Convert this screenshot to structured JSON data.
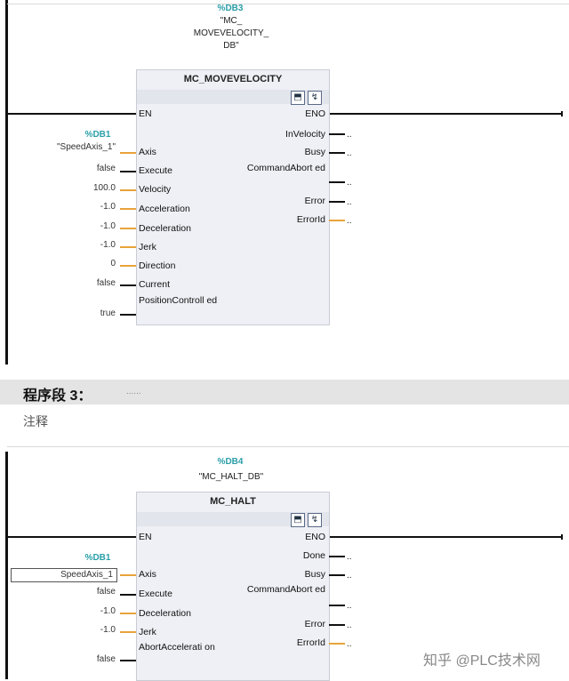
{
  "network1": {
    "db_name": "%DB3",
    "db_quote": [
      "\"MC_",
      "MOVEVELOCITY_",
      "DB\""
    ],
    "block_title": "MC_MOVEVELOCITY",
    "inputs": [
      {
        "pin": "EN",
        "value": ""
      },
      {
        "pin": "Axis",
        "value": "\"SpeedAxis_1\"",
        "db": "%DB1"
      },
      {
        "pin": "Execute",
        "value": "false"
      },
      {
        "pin": "Velocity",
        "value": "100.0"
      },
      {
        "pin": "Acceleration",
        "value": "-1.0"
      },
      {
        "pin": "Deceleration",
        "value": "-1.0"
      },
      {
        "pin": "Jerk",
        "value": "-1.0"
      },
      {
        "pin": "Direction",
        "value": "0"
      },
      {
        "pin": "Current",
        "value": "false"
      },
      {
        "pin": "PositionControll ed",
        "value": "true"
      }
    ],
    "outputs": [
      "ENO",
      "InVelocity",
      "Busy",
      "CommandAbort ed",
      "Error",
      "ErrorId"
    ]
  },
  "section": {
    "title": "程序段 3：",
    "dots": "......",
    "comment": "注释"
  },
  "network2": {
    "db_name": "%DB4",
    "db_quote": "\"MC_HALT_DB\"",
    "block_title": "MC_HALT",
    "inputs": [
      {
        "pin": "EN",
        "value": ""
      },
      {
        "pin": "Axis",
        "value": "SpeedAxis_1",
        "db": "%DB1"
      },
      {
        "pin": "Execute",
        "value": "false"
      },
      {
        "pin": "Deceleration",
        "value": "-1.0"
      },
      {
        "pin": "Jerk",
        "value": "-1.0"
      },
      {
        "pin": "AbortAccelerati on",
        "value": "false"
      }
    ],
    "outputs": [
      "ENO",
      "Done",
      "Busy",
      "CommandAbort ed",
      "Error",
      "ErrorId"
    ]
  },
  "watermark": "知乎 @PLC技术网",
  "colors": {
    "db_teal": "#2a9fa8",
    "bool_wire": "#111111",
    "value_wire": "#e8a33a",
    "block_bg": "#eef0f5"
  }
}
